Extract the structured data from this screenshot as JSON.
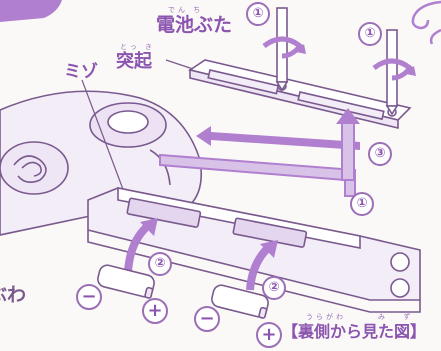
{
  "labels": {
    "battery_cover": "電池ぶた",
    "battery_cover_ruby": "でん ち",
    "protrusion": "突起",
    "protrusion_ruby": "とっ き",
    "groove": "ミゾ",
    "caption": "【裏側から見た図】",
    "caption_ruby_left": "うらがわ",
    "caption_ruby_right": "み　 ず",
    "cut_text": "ぶわ"
  },
  "steps": {
    "screw_left": "①",
    "screw_right": "①",
    "slide": "①",
    "close": "③",
    "battery_left": "②",
    "battery_right": "②"
  },
  "polarity": {
    "minus_left": "−",
    "plus_left": "+",
    "minus_right": "−",
    "plus_right": "+"
  },
  "colors": {
    "accent": "#9b6fb5",
    "arrow": "#b07fcf",
    "line": "#7a5a8e",
    "fill_light": "#efe6f5"
  }
}
